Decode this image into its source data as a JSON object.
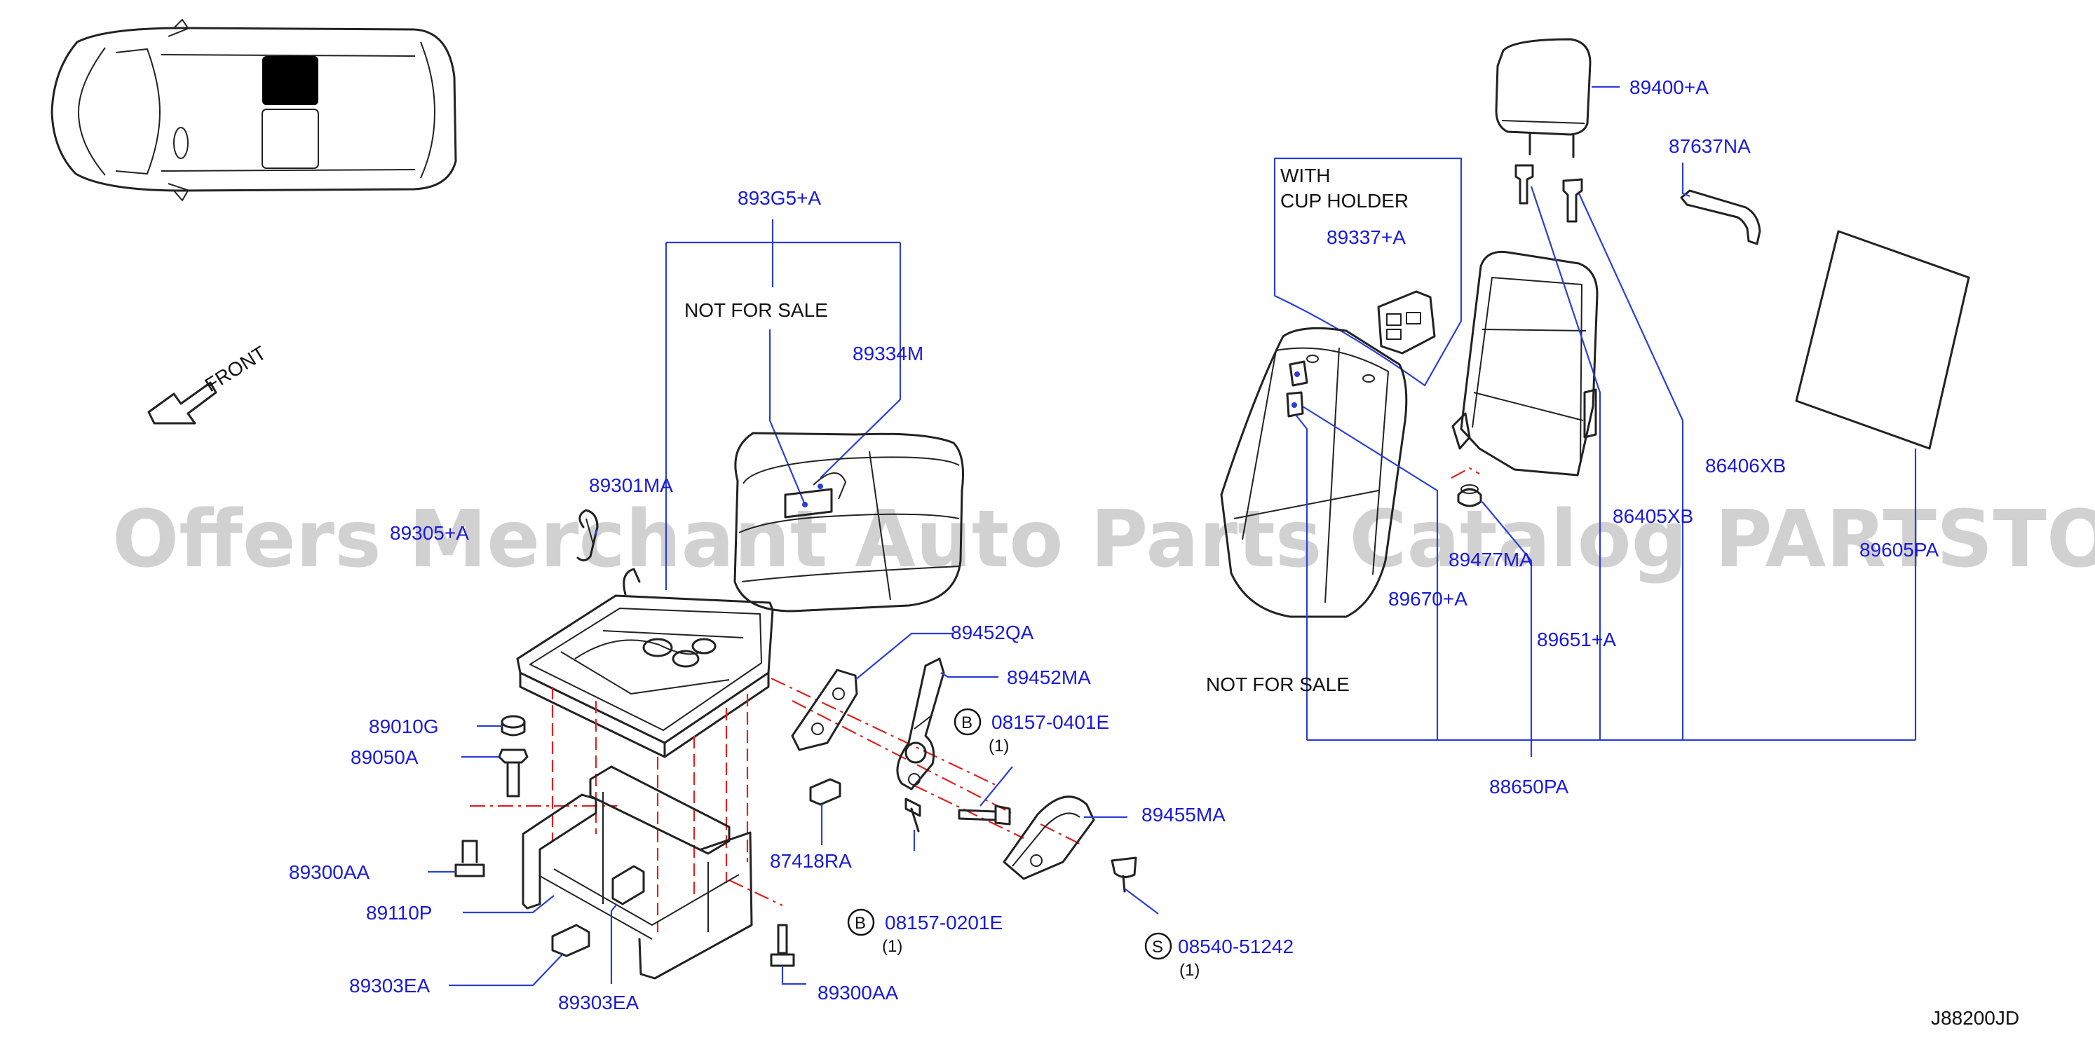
{
  "diagram_code": "J88200JD",
  "watermark": "Offers Merchant Auto Parts Catalog PARTSTORE SA",
  "front_label": "FRONT",
  "notes": {
    "not_for_sale_left": "NOT   FOR   SALE",
    "not_for_sale_right": "NOT   FOR   SALE",
    "cup_holder_line1": "WITH",
    "cup_holder_line2": "CUP   HOLDER"
  },
  "parts": {
    "p893G5A": "893G5+A",
    "p89334M": "89334M",
    "p89301MA": "89301MA",
    "p8930xA": "89305+A",
    "p89010G": "89010G",
    "p89050A": "89050A",
    "p89300AA_left": "89300AA",
    "p89110P": "89110P",
    "p89303EA_left": "89303EA",
    "p89303EA_mid": "89303EA",
    "p89300AA_bottom": "89300AA",
    "p87418RA": "87418RA",
    "p89452QA": "89452QA",
    "p89452MA": "89452MA",
    "p08157_0401E": "08157-0401E",
    "p08157_0201E": "08157-0201E",
    "p89455MA": "89455MA",
    "p08540_51242": "08540-51242",
    "p89400A": "89400+A",
    "p87637NA": "87637NA",
    "p89337A": "89337+A",
    "p86406XB": "86406XB",
    "p86405XB": "86405XB",
    "p8947xMA": "89477MA",
    "p89670A": "89670+A",
    "p89651A": "89651+A",
    "p89605PA": "89605PA",
    "p88650PA": "88650PA"
  },
  "fastener_badges": {
    "b1": {
      "letter": "B",
      "qty": "(1)"
    },
    "b2": {
      "letter": "B",
      "qty": "(1)"
    },
    "s1": {
      "letter": "S",
      "qty": "(1)"
    }
  },
  "colors": {
    "part_number": "#1a1ad8",
    "leader_line": "#2a3fd6",
    "centerline": "#e02020",
    "drawing": "#222222",
    "watermark": "#bdbdbd"
  }
}
